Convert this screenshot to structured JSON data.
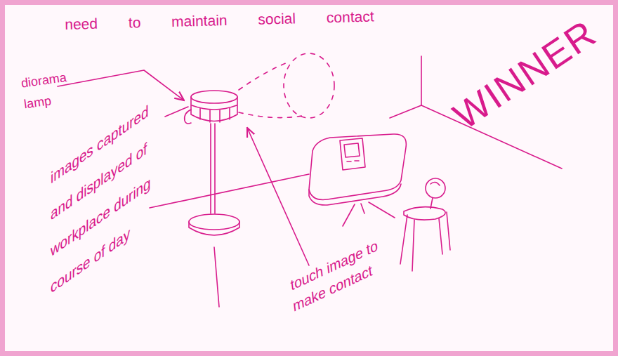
{
  "diagram": {
    "title": "need to maintain social contact",
    "labels": [
      "diorama lamp",
      "images captured and displayed of workplace during course of day",
      "touch image to make contact",
      "WINNER"
    ]
  }
}
